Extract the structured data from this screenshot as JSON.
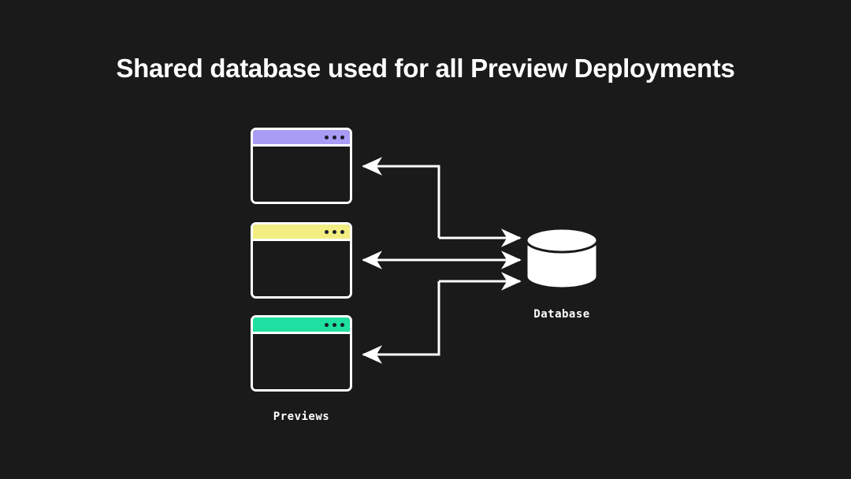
{
  "slide": {
    "background_color": "#1a1a1a",
    "title": "Shared database used for all Preview Deployments"
  },
  "previews": {
    "group_label": "Previews",
    "windows": [
      {
        "name": "preview-window-1",
        "accent_color": "#a89cf5",
        "dot_color": "#1b1b29",
        "dots": 3
      },
      {
        "name": "preview-window-2",
        "accent_color": "#f2ee82",
        "dot_color": "#1b1b29",
        "dots": 3
      },
      {
        "name": "preview-window-3",
        "accent_color": "#1fe0a0",
        "dot_color": "#1b1b29",
        "dots": 3
      }
    ]
  },
  "database": {
    "label": "Database",
    "fill_color": "#ffffff",
    "stroke_color": "#1a1a1a"
  },
  "connectors": {
    "stroke_color": "#ffffff",
    "edges": [
      {
        "name": "connector-preview-1-database",
        "direction": "database-to-preview",
        "routing": "elbow"
      },
      {
        "name": "connector-preview-2-database",
        "direction": "bidirectional",
        "routing": "straight"
      },
      {
        "name": "connector-preview-3-database",
        "direction": "database-to-preview",
        "routing": "elbow"
      }
    ]
  }
}
